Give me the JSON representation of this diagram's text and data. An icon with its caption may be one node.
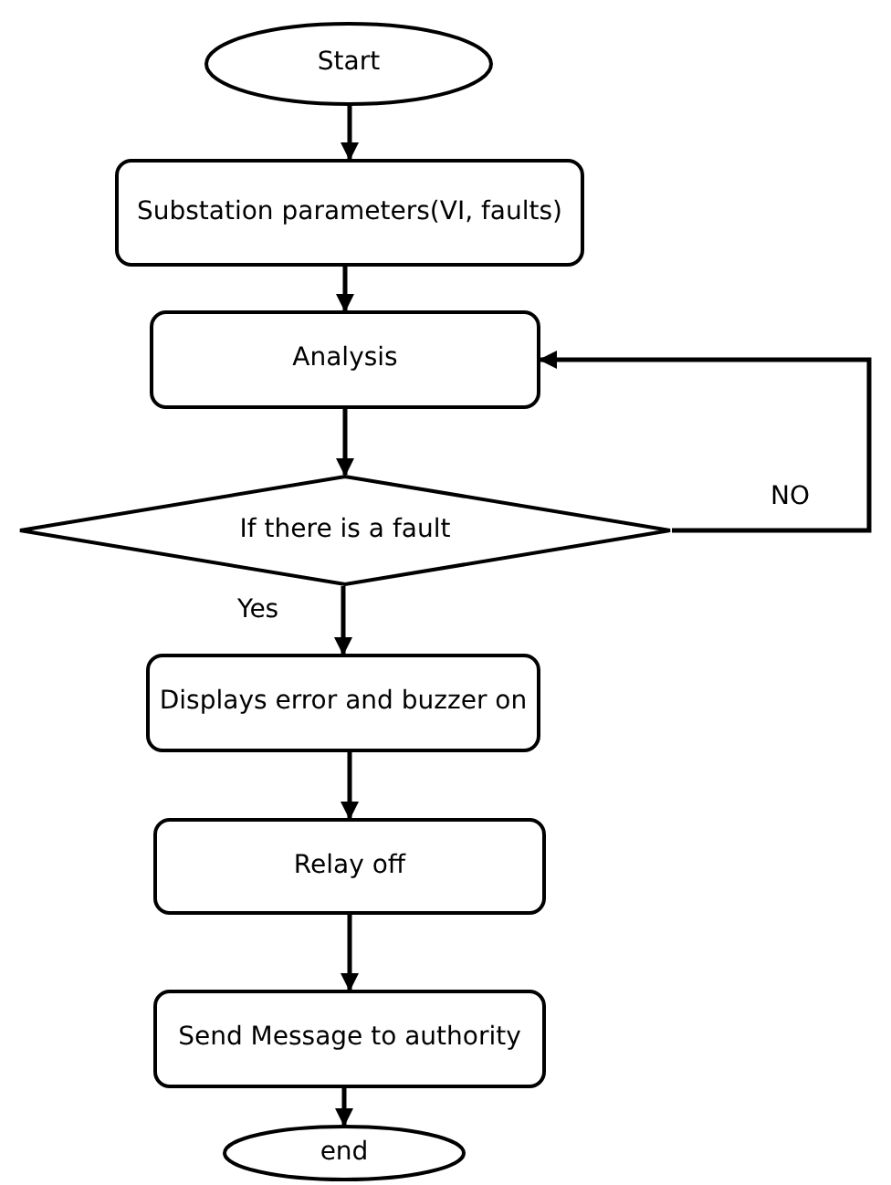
{
  "diagram": {
    "nodes": [
      {
        "text": [
          "Start"
        ]
      },
      {
        "text": [
          "Substation parameters(VI, faults)"
        ]
      },
      {
        "text": [
          "Analysis"
        ]
      },
      {
        "text": [
          "If there is a fault"
        ]
      },
      {
        "text": [
          "Displays error and buzzer on"
        ]
      },
      {
        "text": [
          "Relay off"
        ]
      },
      {
        "text": [
          "Send Message to authority"
        ]
      },
      {
        "text": [
          "end"
        ]
      }
    ],
    "edges": [
      {
        "from": 0,
        "to": 1,
        "arrow": "to"
      },
      {
        "from": 1,
        "to": 2,
        "arrow": "to"
      },
      {
        "from": 2,
        "to": 3,
        "arrow": "to"
      },
      {
        "from": 3,
        "to": 4,
        "arrow": "to",
        "label": "Yes"
      },
      {
        "from": 3,
        "to": 2,
        "arrow": "to",
        "label": "NO"
      },
      {
        "from": 4,
        "to": 5,
        "arrow": "to"
      },
      {
        "from": 5,
        "to": 6,
        "arrow": "to"
      },
      {
        "from": 6,
        "to": 7,
        "arrow": "to"
      }
    ]
  }
}
